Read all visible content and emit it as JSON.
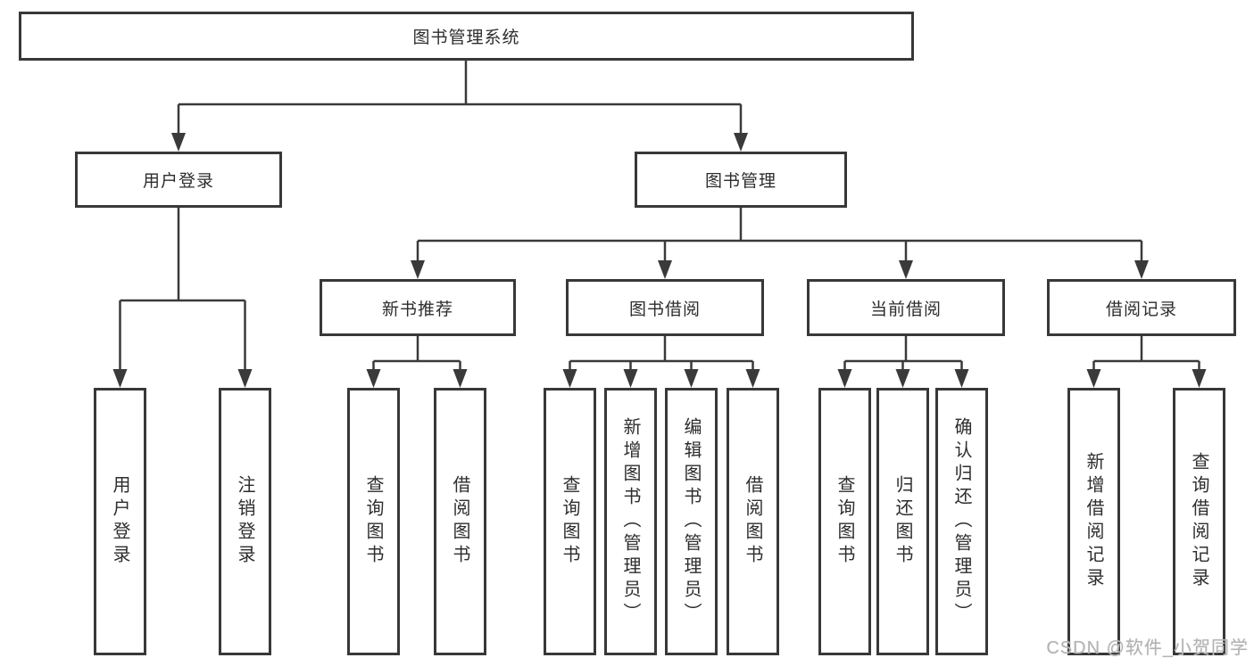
{
  "diagram": {
    "title": "图书管理系统",
    "root": {
      "label": "图书管理系统"
    },
    "branches": [
      {
        "label": "用户登录",
        "leaves": [
          {
            "label": "用户登录"
          },
          {
            "label": "注销登录"
          }
        ]
      },
      {
        "label": "图书管理",
        "groups": [
          {
            "label": "新书推荐",
            "leaves": [
              {
                "label": "查询图书"
              },
              {
                "label": "借阅图书"
              }
            ]
          },
          {
            "label": "图书借阅",
            "leaves": [
              {
                "label": "查询图书"
              },
              {
                "label": "新增图书（管理员）"
              },
              {
                "label": "编辑图书（管理员）"
              },
              {
                "label": "借阅图书"
              }
            ]
          },
          {
            "label": "当前借阅",
            "leaves": [
              {
                "label": "查询图书"
              },
              {
                "label": "归还图书"
              },
              {
                "label": "确认归还（管理员）"
              }
            ]
          },
          {
            "label": "借阅记录",
            "leaves": [
              {
                "label": "新增借阅记录"
              },
              {
                "label": "查询借阅记录"
              }
            ]
          }
        ]
      }
    ]
  },
  "watermark": {
    "text": "CSDN @软件_小贺同学"
  },
  "colors": {
    "line": "#3a3a3a",
    "border": "#383838",
    "text": "#2d2d2d",
    "background": "#ffffff",
    "watermark": "#b3b3b3"
  }
}
